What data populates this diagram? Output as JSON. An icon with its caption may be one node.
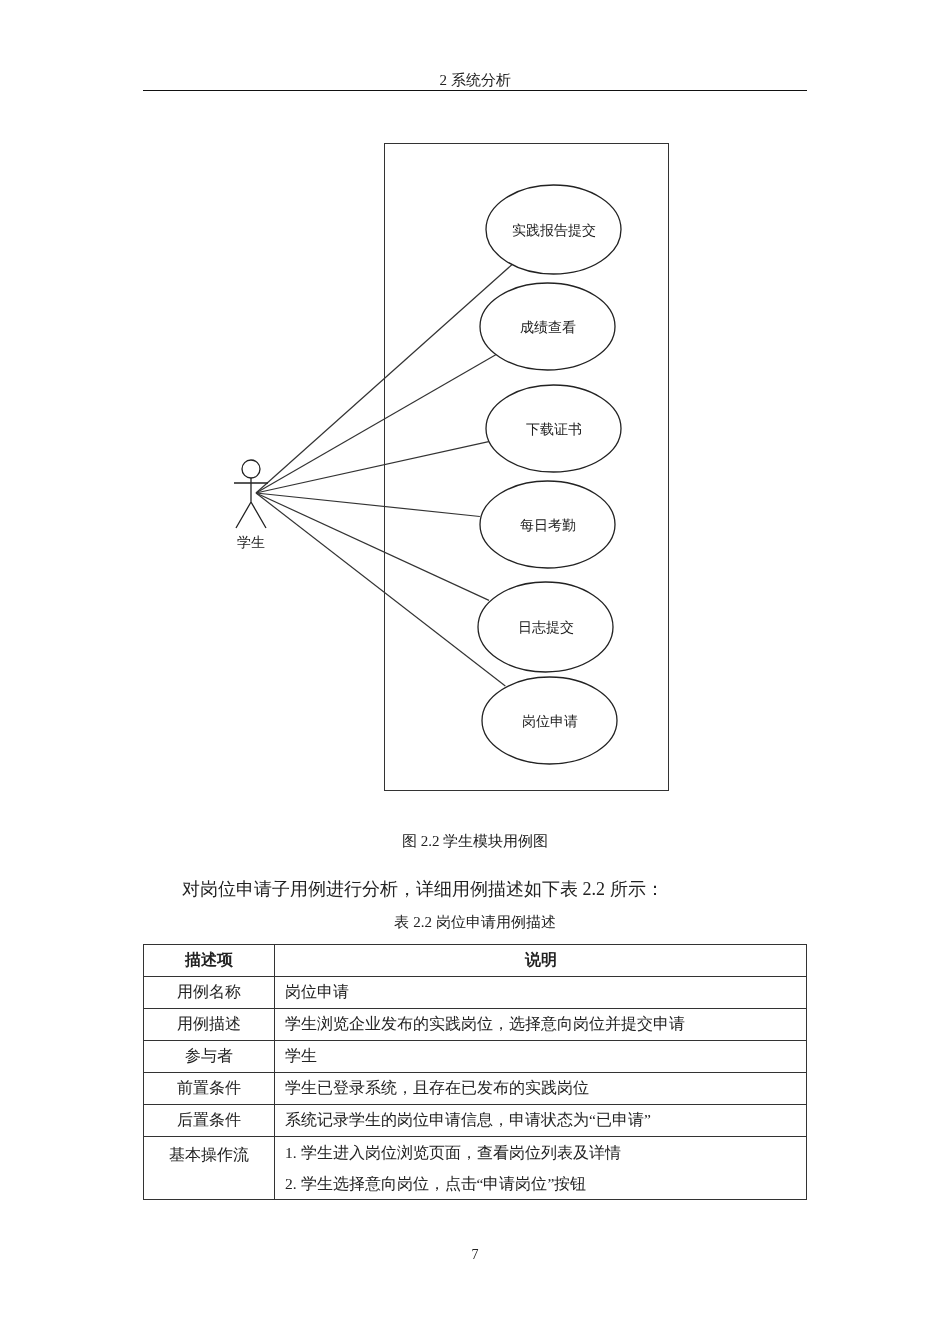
{
  "diagram": {
    "caption": "图 2.2  学生模块用例图",
    "nodes": [
      {
        "text": [],
        "shape": "box"
      },
      {
        "text": [
          "实践报告提交"
        ],
        "in": 0
      },
      {
        "text": [
          "成绩查看"
        ],
        "in": 0
      },
      {
        "text": [
          "下载证书"
        ],
        "in": 0
      },
      {
        "text": [
          "每日考勤"
        ],
        "in": 0
      },
      {
        "text": [
          "日志提交"
        ],
        "in": 0
      },
      {
        "text": [
          "岗位申请"
        ],
        "in": 0
      },
      {
        "text": [
          "学生"
        ]
      }
    ],
    "edges": [
      {
        "from": 7,
        "to": 1,
        "arrow": "none"
      },
      {
        "from": 7,
        "to": 2,
        "arrow": "none"
      },
      {
        "from": 7,
        "to": 3,
        "arrow": "none"
      },
      {
        "from": 7,
        "to": 4,
        "arrow": "none"
      },
      {
        "from": 7,
        "to": 5,
        "arrow": "none"
      },
      {
        "from": 7,
        "to": 6,
        "arrow": "none"
      }
    ],
    "labels": [
      "2  系统分析",
      "对岗位申请子用例进行分析，详细用例描述如下表 2.2 所示：",
      "表 2.2  岗位申请用例描述",
      "描述项",
      "说明",
      "用例名称",
      "岗位申请",
      "用例描述",
      "学生浏览企业发布的实践岗位，选择意向岗位并提交申请",
      "参与者",
      "学生",
      "前置条件",
      "学生已登录系统，且存在已发布的实践岗位",
      "后置条件",
      "系统记录学生的岗位申请信息，申请状态为“已申请”",
      "基本操作流",
      "1. 学生进入岗位浏览页面，查看岗位列表及详情",
      "2. 学生选择意向岗位，点击“申请岗位”按钮",
      "7"
    ]
  }
}
